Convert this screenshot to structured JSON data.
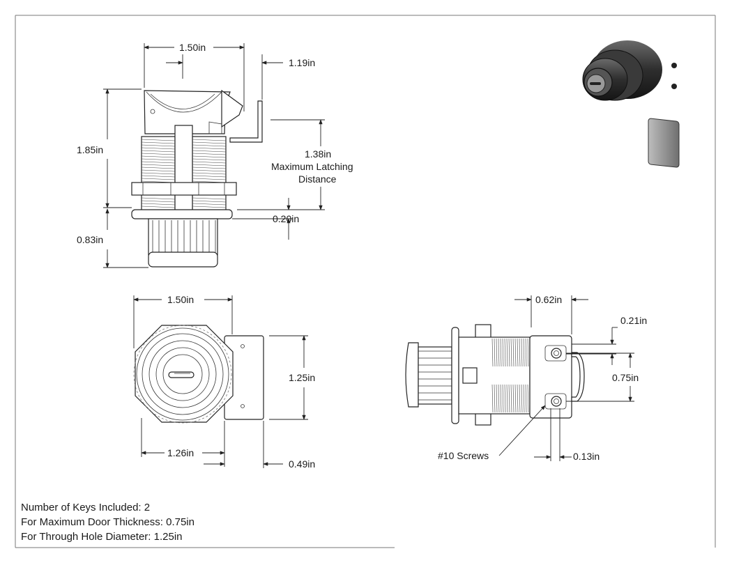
{
  "dimensions": {
    "front_width": "1.50in",
    "latch_offset": "1.19in",
    "overall_height": "1.85in",
    "latching_distance": "1.38in",
    "latching_caption_1": "Maximum Latching",
    "latching_caption_2": "Distance",
    "flange_thickness": "0.20in",
    "knob_height": "0.83in",
    "rear_width": "1.50in",
    "rear_height": "1.25in",
    "nut_diameter": "1.26in",
    "bracket_width": "0.49in",
    "side_bracket_depth": "0.62in",
    "screw_offset": "0.21in",
    "screw_spacing": "0.75in",
    "screw_note": "#10 Screws",
    "screw_diameter": "0.13in"
  },
  "notes": [
    "Number of Keys Included: 2",
    "For Maximum Door Thickness: 0.75in",
    "For Through Hole Diameter: 1.25in"
  ],
  "colors": {
    "line": "#222222",
    "render_dark": "#2b2b2b",
    "render_light": "#8a8a8a"
  }
}
